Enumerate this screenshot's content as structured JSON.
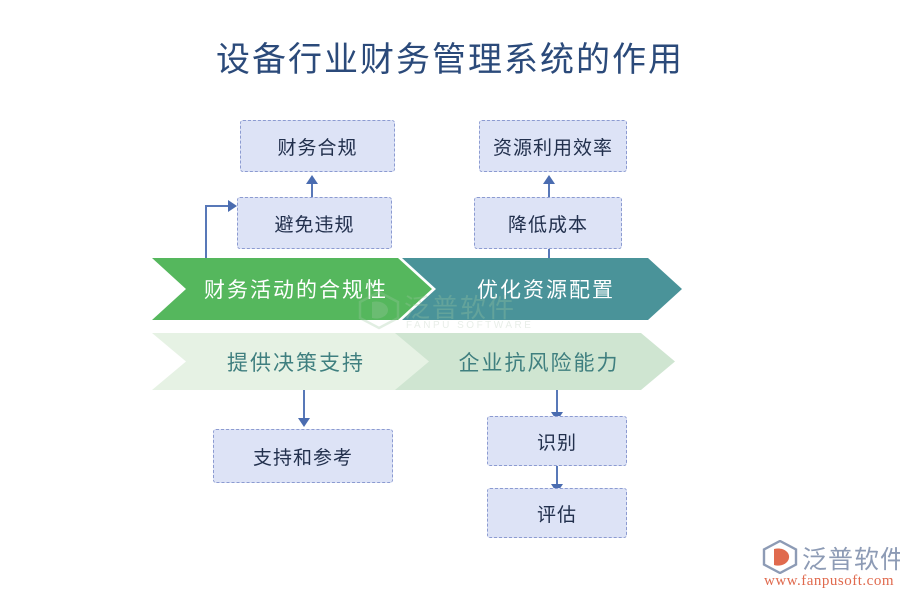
{
  "title": "设备行业财务管理系统的作用",
  "colors": {
    "title_text": "#2b4a7a",
    "box_fill": "#dde3f6",
    "box_border": "#8c9bd1",
    "chevron_green": "#55b75d",
    "chevron_teal": "#4a9399",
    "chevron_pale_green": "#e6f2e4",
    "chevron_light_green": "#cfe5d1",
    "connector": "#5878b8",
    "brand_orange": "#e06a4e"
  },
  "chevrons": [
    {
      "label": "财务活动的合规性",
      "fill": "#55b75d",
      "text_color": "#ffffff"
    },
    {
      "label": "优化资源配置",
      "fill": "#4a9399",
      "text_color": "#ffffff"
    },
    {
      "label": "提供决策支持",
      "fill": "#e6f2e4",
      "text_color": "#3f7f7f"
    },
    {
      "label": "企业抗风险能力",
      "fill": "#cfe5d1",
      "text_color": "#3f7f7f"
    }
  ],
  "nodes": {
    "compliance": "财务合规",
    "avoid_violation": "避免违规",
    "resource_efficiency": "资源利用效率",
    "reduce_cost": "降低成本",
    "support_reference": "支持和参考",
    "identify": "识别",
    "assess": "评估"
  },
  "watermark": {
    "name": "泛普软件",
    "sub": "FANPU SOFTWARE"
  },
  "brand": {
    "name": "泛普软件",
    "url": "www.fanpusoft.com"
  }
}
